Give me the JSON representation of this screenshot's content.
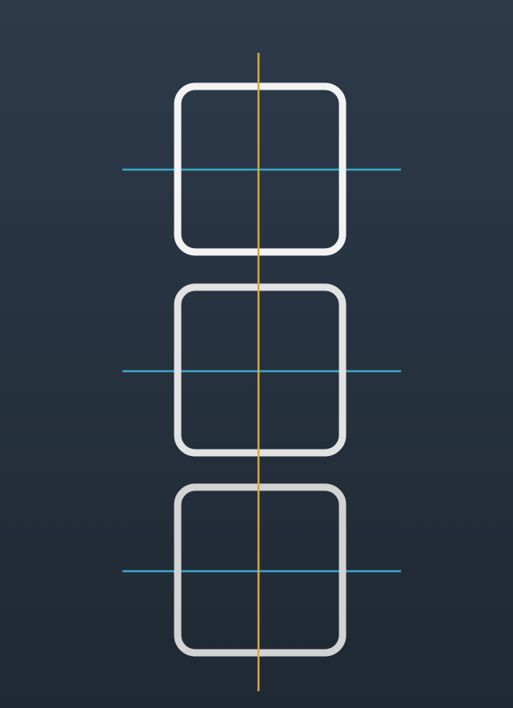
{
  "colors": {
    "background_top": "#2d3a4a",
    "background_bottom": "#1f2933",
    "frame_stroke": "#f2f2f2",
    "vertical_axis": "#d9a93a",
    "horizontal_guide": "#3aa8c8"
  },
  "diagram": {
    "frame_count": 3,
    "frame_shape": "rounded-square",
    "vertical_axis_count": 1,
    "horizontal_guide_count": 3
  }
}
